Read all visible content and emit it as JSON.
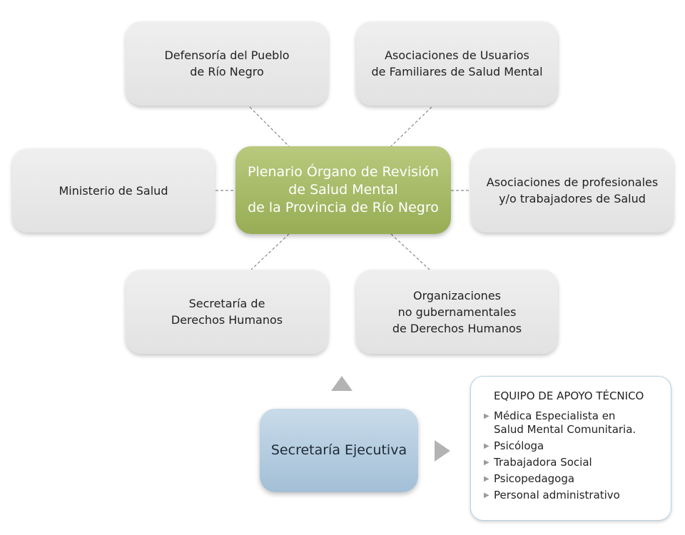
{
  "center": {
    "lines": [
      "Plenario Órgano de Revisión",
      "de Salud Mental",
      "de la Provincia de Río Negro"
    ]
  },
  "nodes": {
    "defensoria": {
      "lines": [
        "Defensoría del Pueblo",
        "de Río Negro"
      ]
    },
    "asociaciones_usuarios": {
      "lines": [
        "Asociaciones de Usuarios",
        "de Familiares de Salud Mental"
      ]
    },
    "ministerio": {
      "lines": [
        "Ministerio de Salud"
      ]
    },
    "asociaciones_profesionales": {
      "lines": [
        "Asociaciones de profesionales",
        "y/o trabajadores de Salud"
      ]
    },
    "secretaria_ddhh": {
      "lines": [
        "Secretaría de",
        "Derechos Humanos"
      ]
    },
    "organizaciones": {
      "lines": [
        "Organizaciones",
        "no gubernamentales",
        "de Derechos Humanos"
      ]
    }
  },
  "secretaria_ejecutiva": {
    "label": "Secretaría Ejecutiva"
  },
  "equipo": {
    "title": "EQUIPO DE APOYO TÉCNICO",
    "items": [
      {
        "lines": [
          "Médica Especialista en",
          "Salud Mental Comunitaria."
        ]
      },
      {
        "lines": [
          "Psicóloga"
        ]
      },
      {
        "lines": [
          "Trabajadora Social"
        ]
      },
      {
        "lines": [
          "Psicopedagoga"
        ]
      },
      {
        "lines": [
          "Personal administrativo"
        ]
      }
    ],
    "bullet_icon": "triangle-right-icon"
  },
  "colors": {
    "center_box": "#a9bc66",
    "secretaria_box": "#b6cde0",
    "grey_box": "#e8e8e8",
    "arrow": "#b3b3b3",
    "connector": "#888888"
  }
}
